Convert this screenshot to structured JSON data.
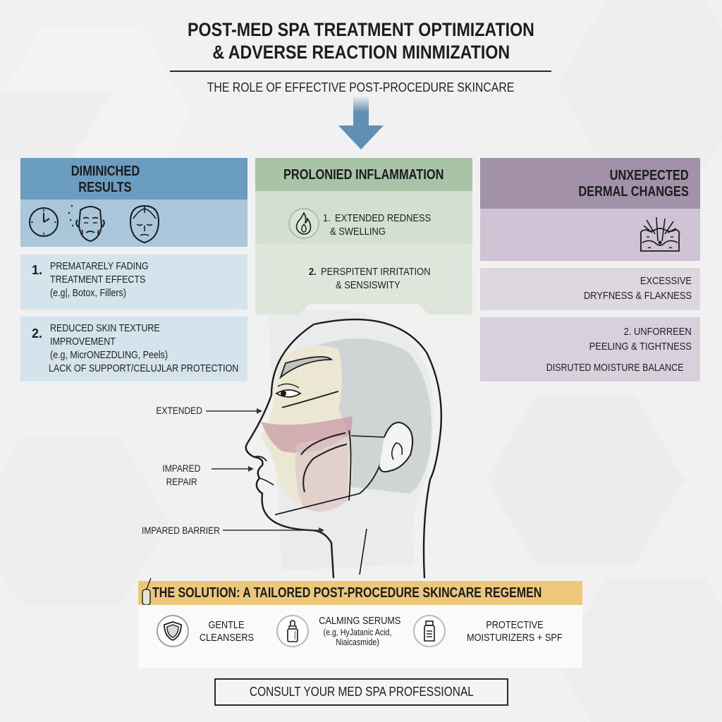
{
  "header": {
    "title_line1": "POST-MED SPA TREATMENT OPTIMIZATION",
    "title_line2": "& ADVERSE REACTION MINMIZATION",
    "subtitle": "THE ROLE OF EFFECTIVE POST-PROCEDURE SKINCARE",
    "arrow_icon": "down-arrow-icon",
    "arrow_color": "#5f8fb4"
  },
  "columns": [
    {
      "title_line1": "DIMINICHED",
      "title_line2": "RESULTS",
      "color_header": "#6a9dc0",
      "color_body": "#a9c6da",
      "icons": [
        "clock-icon",
        "aging-face-icon",
        "sad-face-icon"
      ],
      "items": [
        {
          "num": "1.",
          "lines": [
            "PREMATARELY FADING",
            "TREATMENT EFFECTS",
            "(e.g|, Botox, Fillers)"
          ]
        },
        {
          "num": "2.",
          "lines": [
            "REDUCED SKIN TEXTURE",
            "IMPROVEMENT",
            "(e.g, MicrONEZDLING, Peels)",
            "LACK OF SUPPORT/CELUJLAR PROTECTION"
          ]
        }
      ]
    },
    {
      "title": "PROLONIED INFLAMMATION",
      "color_header": "#a8c3a6",
      "color_body": "#d3e0d1",
      "icons": [
        "flame-icon"
      ],
      "items": [
        {
          "num": "1.",
          "lines": [
            "EXTENDED REDNESS",
            "& SWELLING"
          ]
        },
        {
          "num": "2.",
          "lines": [
            "PERSPITENT IRRITATION",
            "& SENSISWITY"
          ]
        }
      ]
    },
    {
      "title_line1": "UNXEPECTED",
      "title_line2": "DERMAL CHANGES",
      "color_header": "#a291a9",
      "color_body": "#cfc3d5",
      "icons": [
        "skin-layers-icon"
      ],
      "items": [
        {
          "lines": [
            "EXCESSIVE",
            "DRYFNESS & FLAKNESS"
          ]
        },
        {
          "lines": [
            "2. UNFORREEN",
            "PEELING & TIGHTNESS",
            "DISRUTED MOISTURE BALANCE"
          ]
        }
      ]
    }
  ],
  "head_labels": {
    "extended": "EXTENDED",
    "impared_repair_line1": "IMPARED",
    "impared_repair_line2": "REPAIR",
    "impared_barrier": "IMPARED BARRIER"
  },
  "solution": {
    "title": "THE SOLUTION: A TAILORED POST-PROCEDURE SKINCARE REGEMEN",
    "color": "#edc77a",
    "items": [
      {
        "icon": "shield-icon",
        "line1": "GENTLE",
        "line2": "CLEANSERS"
      },
      {
        "icon": "dropper-bottle-icon",
        "line1": "CALMING SERUMS",
        "line2": "(e.g, HyJatanic Acid,",
        "line3": "Niaicasmide)"
      },
      {
        "icon": "jar-bottle-icon",
        "line1": "PROTECTIVE",
        "line2": "MOISTURIZERS + SPF"
      }
    ]
  },
  "cta": {
    "label": "CONSULT YOUR MED SPA PROFESSIONAL"
  }
}
